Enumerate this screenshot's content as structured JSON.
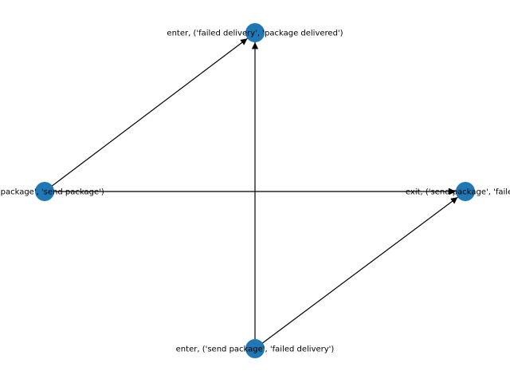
{
  "graph": {
    "node_color": "#1f77b4",
    "edge_color": "#000000",
    "nodes": [
      {
        "id": "n_top",
        "label": "enter, ('failed delivery', 'package delivered')"
      },
      {
        "id": "n_left",
        "label": "ate package', 'send package')"
      },
      {
        "id": "n_right",
        "label": "exit, ('send package', 'failed d"
      },
      {
        "id": "n_bottom",
        "label": "enter, ('send package', 'failed delivery')"
      }
    ],
    "edges": [
      {
        "from": "n_left",
        "to": "n_top"
      },
      {
        "from": "n_left",
        "to": "n_right"
      },
      {
        "from": "n_bottom",
        "to": "n_top"
      },
      {
        "from": "n_bottom",
        "to": "n_right"
      }
    ]
  }
}
